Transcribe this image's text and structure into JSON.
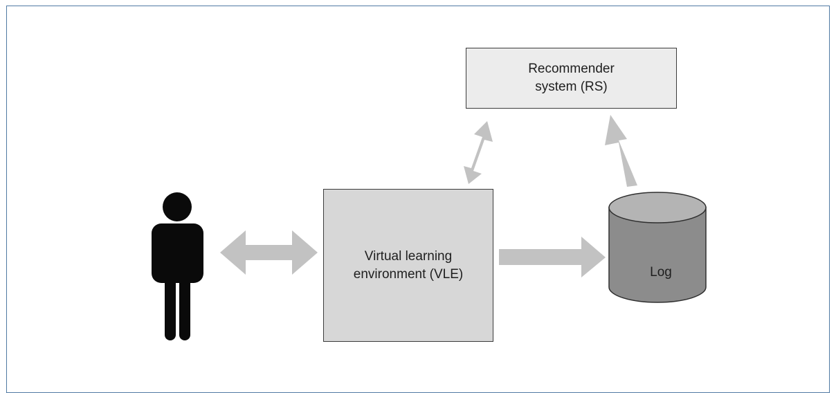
{
  "diagram": {
    "nodes": {
      "user": {
        "icon": "person-icon"
      },
      "rs": {
        "line1": "Recommender",
        "line2": "system (RS)"
      },
      "vle": {
        "line1": "Virtual learning",
        "line2": "environment (VLE)"
      },
      "log": {
        "label": "Log",
        "icon": "database-cylinder-icon"
      }
    },
    "edges": [
      {
        "from": "user",
        "to": "vle",
        "direction": "bidirectional"
      },
      {
        "from": "vle",
        "to": "rs",
        "direction": "bidirectional"
      },
      {
        "from": "vle",
        "to": "log",
        "direction": "forward"
      },
      {
        "from": "log",
        "to": "rs",
        "direction": "forward"
      }
    ],
    "colors": {
      "arrow": "#c2c2c2",
      "person": "#0a0a0a",
      "rs_fill": "#ececec",
      "vle_fill": "#d7d7d7",
      "log_fill": "#8c8c8c",
      "frame_border": "#4f79a3"
    }
  }
}
